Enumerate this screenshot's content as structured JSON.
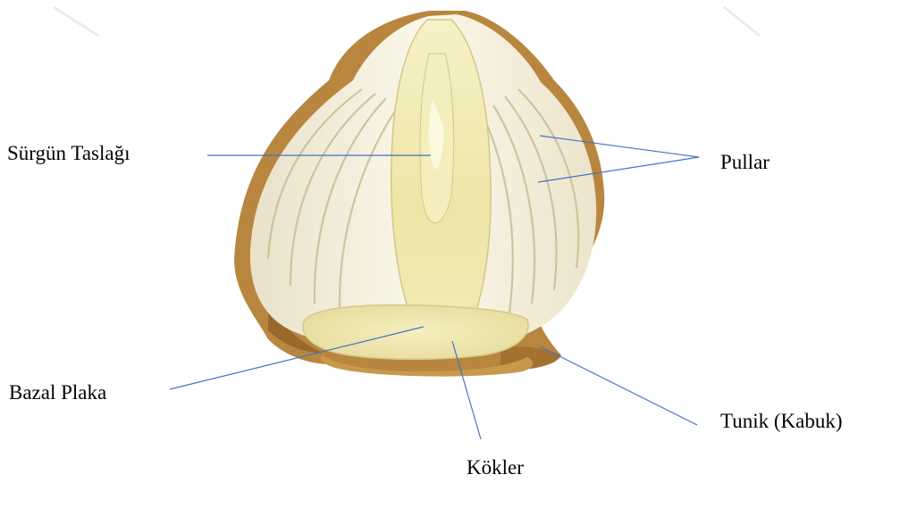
{
  "diagram": {
    "labels": {
      "surgun": "Sürgün Taslağı",
      "pullar": "Pullar",
      "bazal": "Bazal Plaka",
      "tunik": "Tunik (Kabuk)",
      "kokler": "Kökler"
    },
    "colors": {
      "leader_line": "#4472c4",
      "label_text": "#000000",
      "background": "#ffffff"
    }
  }
}
